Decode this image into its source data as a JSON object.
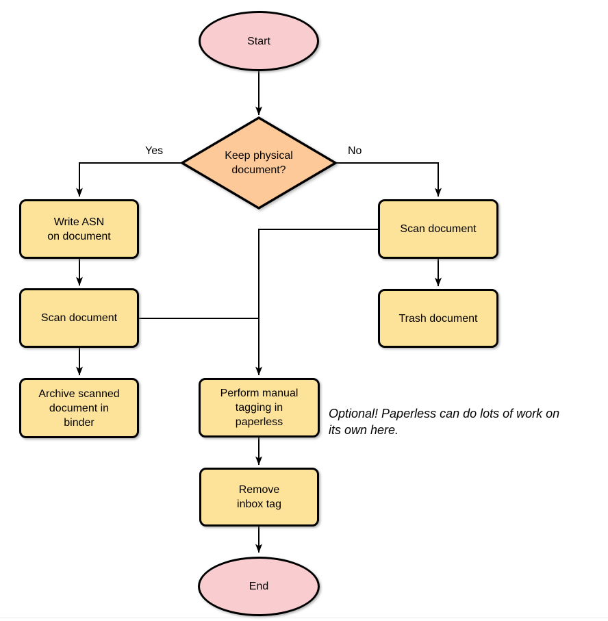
{
  "diagram": {
    "type": "flowchart",
    "nodes": {
      "start": {
        "label": "Start",
        "shape": "ellipse"
      },
      "decision": {
        "lines": [
          "Keep physical",
          "document?"
        ],
        "shape": "diamond"
      },
      "write_asn": {
        "lines": [
          "Write ASN",
          "on document"
        ],
        "shape": "process"
      },
      "scan_left": {
        "lines": [
          "Scan document"
        ],
        "shape": "process"
      },
      "archive": {
        "lines": [
          "Archive scanned",
          "document in",
          "binder"
        ],
        "shape": "process"
      },
      "scan_right": {
        "lines": [
          "Scan document"
        ],
        "shape": "process"
      },
      "trash": {
        "lines": [
          "Trash document"
        ],
        "shape": "process"
      },
      "tagging": {
        "lines": [
          "Perform manual",
          "tagging in",
          "paperless"
        ],
        "shape": "process"
      },
      "remove_inbox": {
        "lines": [
          "Remove",
          "inbox tag"
        ],
        "shape": "process"
      },
      "end": {
        "label": "End",
        "shape": "ellipse"
      }
    },
    "edge_labels": {
      "yes": "Yes",
      "no": "No"
    },
    "annotation": {
      "lines": [
        "Optional! Paperless can do lots of work on",
        "its own here."
      ]
    }
  },
  "colors": {
    "terminator_fill": "#f9cdcf",
    "decision_fill": "#fec998",
    "process_fill": "#fde29a",
    "stroke": "#000000"
  }
}
